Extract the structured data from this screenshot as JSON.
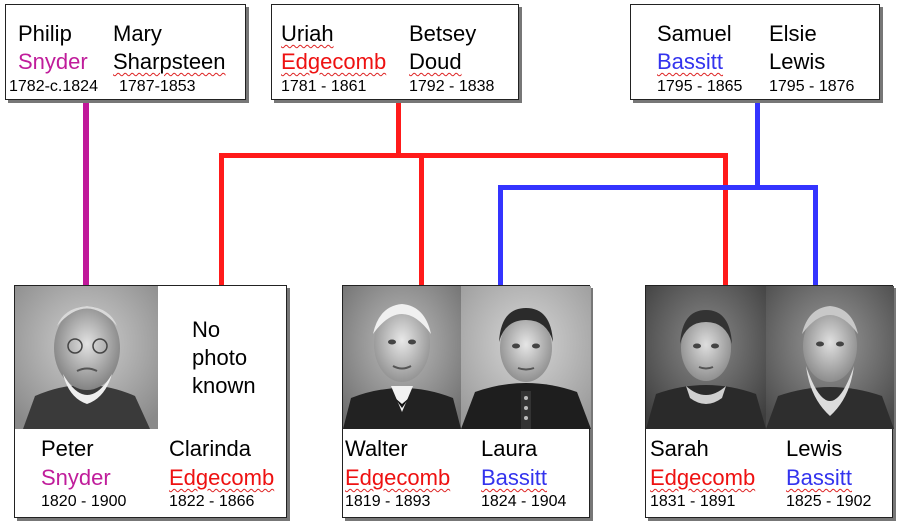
{
  "colors": {
    "snyder": "#c01d9b",
    "edgecomb": "#ee1111",
    "bassitt": "#3333ee",
    "line_red": "#ff1a1a",
    "line_blue": "#3434ff",
    "line_magenta": "#c0189a"
  },
  "parents": {
    "snyder": {
      "husband": {
        "first": "Philip",
        "last": "Snyder",
        "dates": "1782-c.1824"
      },
      "wife": {
        "first": "Mary",
        "last": "Sharpsteen",
        "dates": "1787-1853"
      }
    },
    "edgecomb": {
      "husband": {
        "first": "Uriah",
        "last": "Edgecomb",
        "dates": "1781 - 1861"
      },
      "wife": {
        "first": "Betsey",
        "last": "Doud",
        "dates": "1792 - 1838"
      }
    },
    "bassitt": {
      "husband": {
        "first": "Samuel",
        "last": "Bassitt",
        "dates": "1795 - 1865"
      },
      "wife": {
        "first": "Elsie",
        "last": "Lewis",
        "dates": "1795 - 1876"
      }
    }
  },
  "couples": {
    "peter_clarinda": {
      "no_photo": [
        "No",
        "photo",
        "known"
      ],
      "husband": {
        "first": "Peter",
        "last": "Snyder",
        "dates": "1820 - 1900"
      },
      "wife": {
        "first": "Clarinda",
        "last": "Edgecomb",
        "dates": "1822 - 1866"
      }
    },
    "walter_laura": {
      "husband": {
        "first": "Walter",
        "last": "Edgecomb",
        "dates": "1819 - 1893"
      },
      "wife": {
        "first": "Laura",
        "last": "Bassitt",
        "dates": "1824 - 1904"
      }
    },
    "sarah_lewis": {
      "wife": {
        "first": "Sarah",
        "last": "Edgecomb",
        "dates": "1831 - 1891"
      },
      "husband": {
        "first": "Lewis",
        "last": "Bassitt",
        "dates": "1825 - 1902"
      }
    }
  }
}
